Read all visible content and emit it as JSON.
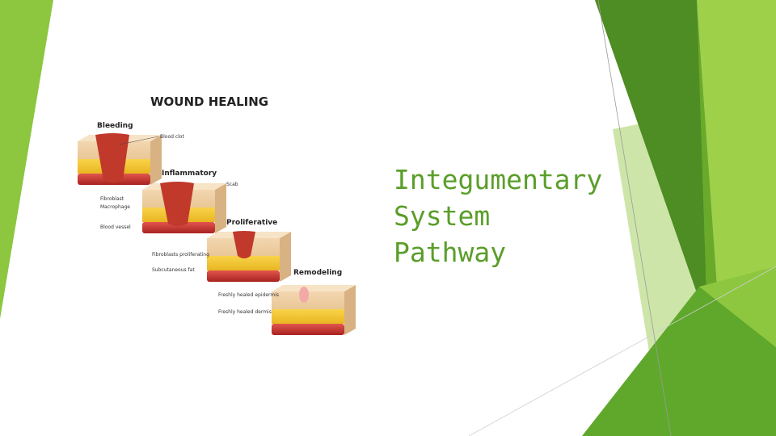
{
  "slide": {
    "title_lines": [
      "Integumentary",
      "System",
      "Pathway"
    ],
    "colors": {
      "green_bright": "#8dc63f",
      "green_mid": "#6aaa2b",
      "green_dark": "#4e8c24",
      "green_pale": "#c5e09a",
      "title_text": "#5a9e2a"
    }
  },
  "figure": {
    "title": "WOUND HEALING",
    "stages": [
      {
        "name": "Bleeding",
        "labels": [
          "Blood clot"
        ]
      },
      {
        "name": "Inflammatory",
        "labels": [
          "Scab",
          "Fibroblast",
          "Macrophage",
          "Blood vessel"
        ]
      },
      {
        "name": "Proliferative",
        "labels": [
          "Fibroblasts proliferating",
          "Subcutaneous fat"
        ]
      },
      {
        "name": "Remodeling",
        "labels": [
          "Freshly healed epidermis",
          "Freshly healed dermis"
        ]
      }
    ]
  }
}
